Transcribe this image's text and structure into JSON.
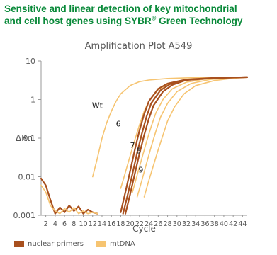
{
  "headline": {
    "line1": "Sensitive and linear detection of key mitochondrial",
    "line2_pre": "and cell host genes using SYBR",
    "line2_sup": "®",
    "line2_post": " Green Technology"
  },
  "colors": {
    "headline": "#0a8a3a",
    "nuclear": "#a8501e",
    "mtdna": "#f6c471",
    "axis": "#9a9a9a",
    "text": "#555555"
  },
  "chart_data": {
    "type": "line",
    "title": "Amplification Plot A549",
    "xlabel": "Cycle",
    "ylabel": "ΔRn",
    "xlim": [
      1,
      45
    ],
    "ylim": [
      0.001,
      10
    ],
    "yscale": "log",
    "xticks": [
      2,
      4,
      6,
      8,
      10,
      12,
      14,
      16,
      18,
      20,
      22,
      24,
      26,
      28,
      30,
      32,
      34,
      36,
      38,
      40,
      42,
      44
    ],
    "yticks": [
      0.001,
      0.01,
      0.1,
      1,
      10
    ],
    "ytick_labels": [
      "0.001",
      "0.01",
      "0.1",
      "1",
      "10"
    ],
    "legend_position": "bottom",
    "legend": [
      {
        "name": "nuclear primers",
        "color": "#a8501e"
      },
      {
        "name": "mtDNA",
        "color": "#f6c471"
      }
    ],
    "annotations": [
      {
        "text": "Wt",
        "x": 13,
        "y": 0.6
      },
      {
        "text": "6",
        "x": 17.5,
        "y": 0.2
      },
      {
        "text": "7",
        "x": 20.5,
        "y": 0.055
      },
      {
        "text": "8",
        "x": 21.8,
        "y": 0.04
      },
      {
        "text": "9",
        "x": 22.3,
        "y": 0.013
      }
    ],
    "series": [
      {
        "color": "#f6c471",
        "group": "mtDNA",
        "x": [
          12,
          13,
          14,
          15,
          16,
          17,
          18,
          20,
          22,
          24,
          28,
          32,
          38,
          45
        ],
        "y": [
          0.01,
          0.03,
          0.1,
          0.25,
          0.5,
          0.9,
          1.4,
          2.3,
          2.9,
          3.2,
          3.5,
          3.65,
          3.75,
          3.8
        ]
      },
      {
        "color": "#f6c471",
        "group": "mtDNA",
        "x": [
          18,
          19,
          20,
          21,
          22,
          23,
          24,
          26,
          28,
          32,
          38,
          45
        ],
        "y": [
          0.005,
          0.013,
          0.035,
          0.09,
          0.22,
          0.5,
          0.9,
          1.8,
          2.5,
          3.2,
          3.6,
          3.8
        ]
      },
      {
        "color": "#f6c471",
        "group": "mtDNA",
        "x": [
          20.5,
          21.5,
          22.5,
          23.5,
          24.5,
          25.5,
          27,
          29,
          32,
          36,
          40,
          45
        ],
        "y": [
          0.004,
          0.011,
          0.03,
          0.08,
          0.2,
          0.45,
          1.0,
          1.9,
          2.8,
          3.4,
          3.7,
          3.8
        ]
      },
      {
        "color": "#f6c471",
        "group": "mtDNA",
        "x": [
          21.5,
          22.5,
          23.5,
          24.5,
          25.5,
          26.5,
          28,
          30,
          33,
          37,
          41,
          45
        ],
        "y": [
          0.003,
          0.008,
          0.022,
          0.06,
          0.15,
          0.35,
          0.8,
          1.6,
          2.6,
          3.3,
          3.65,
          3.8
        ]
      },
      {
        "color": "#f6c471",
        "group": "mtDNA",
        "x": [
          23,
          24,
          25,
          26,
          27,
          28,
          29.5,
          31.5,
          34,
          38,
          42,
          45
        ],
        "y": [
          0.003,
          0.008,
          0.02,
          0.05,
          0.12,
          0.28,
          0.65,
          1.4,
          2.3,
          3.1,
          3.55,
          3.75
        ]
      },
      {
        "color": "#a8501e",
        "group": "nuclear primers",
        "x": [
          18,
          19,
          20,
          21,
          22,
          23,
          24,
          26,
          28,
          32,
          38,
          45
        ],
        "y": [
          0.0012,
          0.004,
          0.014,
          0.05,
          0.16,
          0.42,
          0.9,
          1.9,
          2.6,
          3.3,
          3.65,
          3.8
        ]
      },
      {
        "color": "#a8501e",
        "group": "nuclear primers",
        "x": [
          18.5,
          19.5,
          20.5,
          21.5,
          22.5,
          23.5,
          24.5,
          26.5,
          28.5,
          32,
          38,
          45
        ],
        "y": [
          0.0011,
          0.0035,
          0.012,
          0.042,
          0.13,
          0.36,
          0.8,
          1.75,
          2.5,
          3.25,
          3.6,
          3.8
        ]
      },
      {
        "color": "#a8501e",
        "group": "nuclear primers",
        "x": [
          19,
          20,
          21,
          22,
          23,
          24,
          25,
          27,
          29,
          32,
          38,
          45
        ],
        "y": [
          0.0011,
          0.0035,
          0.012,
          0.04,
          0.12,
          0.32,
          0.7,
          1.6,
          2.4,
          3.2,
          3.6,
          3.8
        ]
      },
      {
        "color": "#a8501e",
        "group": "nuclear primers",
        "x": [
          1,
          2,
          3,
          4,
          5,
          6,
          7,
          8,
          9,
          10,
          11,
          12,
          13
        ],
        "y": [
          0.009,
          0.006,
          0.0025,
          0.0011,
          0.0016,
          0.0012,
          0.0018,
          0.0013,
          0.0017,
          0.0011,
          0.0014,
          0.0012,
          0.0011
        ]
      },
      {
        "color": "#f6c471",
        "group": "mtDNA",
        "x": [
          1,
          2,
          3,
          4,
          5,
          6,
          7,
          8,
          9,
          10,
          11,
          12,
          13
        ],
        "y": [
          0.006,
          0.004,
          0.0018,
          0.0013,
          0.0011,
          0.0015,
          0.0012,
          0.0016,
          0.0011,
          0.0013,
          0.0011,
          0.0012,
          0.0011
        ]
      }
    ]
  }
}
